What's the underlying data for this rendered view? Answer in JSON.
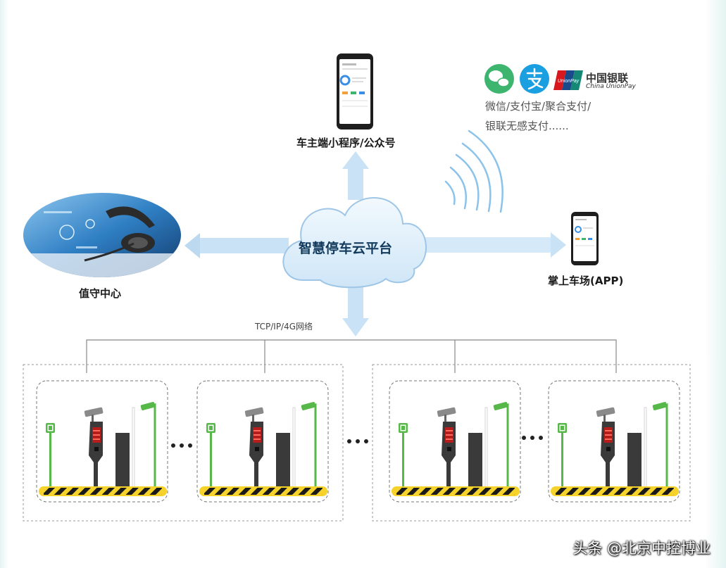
{
  "nodes": {
    "mini_program": "车主端小程序/公众号",
    "duty_center": "值守中心",
    "cloud": "智慧停车云平台",
    "app": "掌上车场(APP)"
  },
  "payment": {
    "line1": "微信/支付宝/聚合支付/",
    "line2": "银联无感支付......",
    "unionpay_cn": "中国银联",
    "unionpay_en": "China UnionPay",
    "icons": [
      "wechat-pay-icon",
      "alipay-icon",
      "unionpay-icon"
    ]
  },
  "network_label": "TCP/IP/4G网络",
  "watermark": "头条 @北京中控博业",
  "colors": {
    "arrow": "#bcd9ef",
    "cloud": "#e2f1fb",
    "wechat": "#3db56f",
    "alipay": "#1a9fe0",
    "pole_green": "#56b848",
    "stripe_yellow": "#f5d32b"
  }
}
